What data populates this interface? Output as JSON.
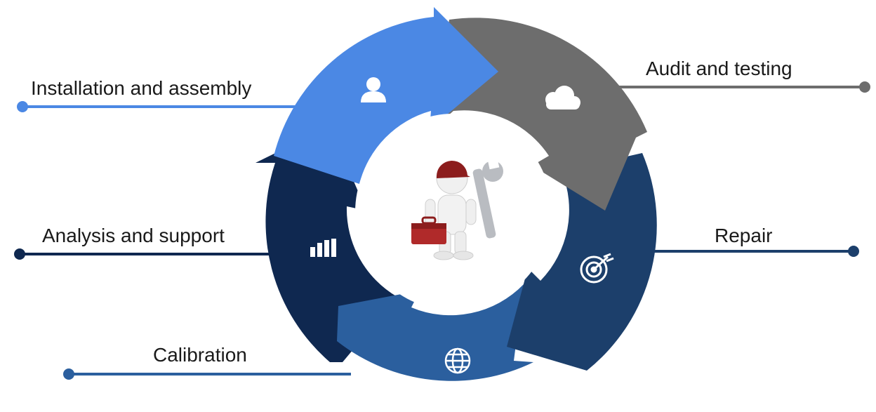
{
  "diagram": {
    "center_image": "mechanic-with-wrench-and-toolbox",
    "colors": {
      "installation": "#4b88e4",
      "audit": "#6d6d6d",
      "repair": "#1c3f6b",
      "calibration": "#2b5f9e",
      "analysis": "#0f2850"
    },
    "stages": [
      {
        "id": "installation",
        "label": "Installation and assembly",
        "icon": "user-icon"
      },
      {
        "id": "audit",
        "label": "Audit and testing",
        "icon": "cloud-icon"
      },
      {
        "id": "repair",
        "label": "Repair",
        "icon": "target-icon"
      },
      {
        "id": "calibration",
        "label": "Calibration",
        "icon": "globe-icon"
      },
      {
        "id": "analysis",
        "label": "Analysis and support",
        "icon": "bar-chart-icon"
      }
    ]
  }
}
